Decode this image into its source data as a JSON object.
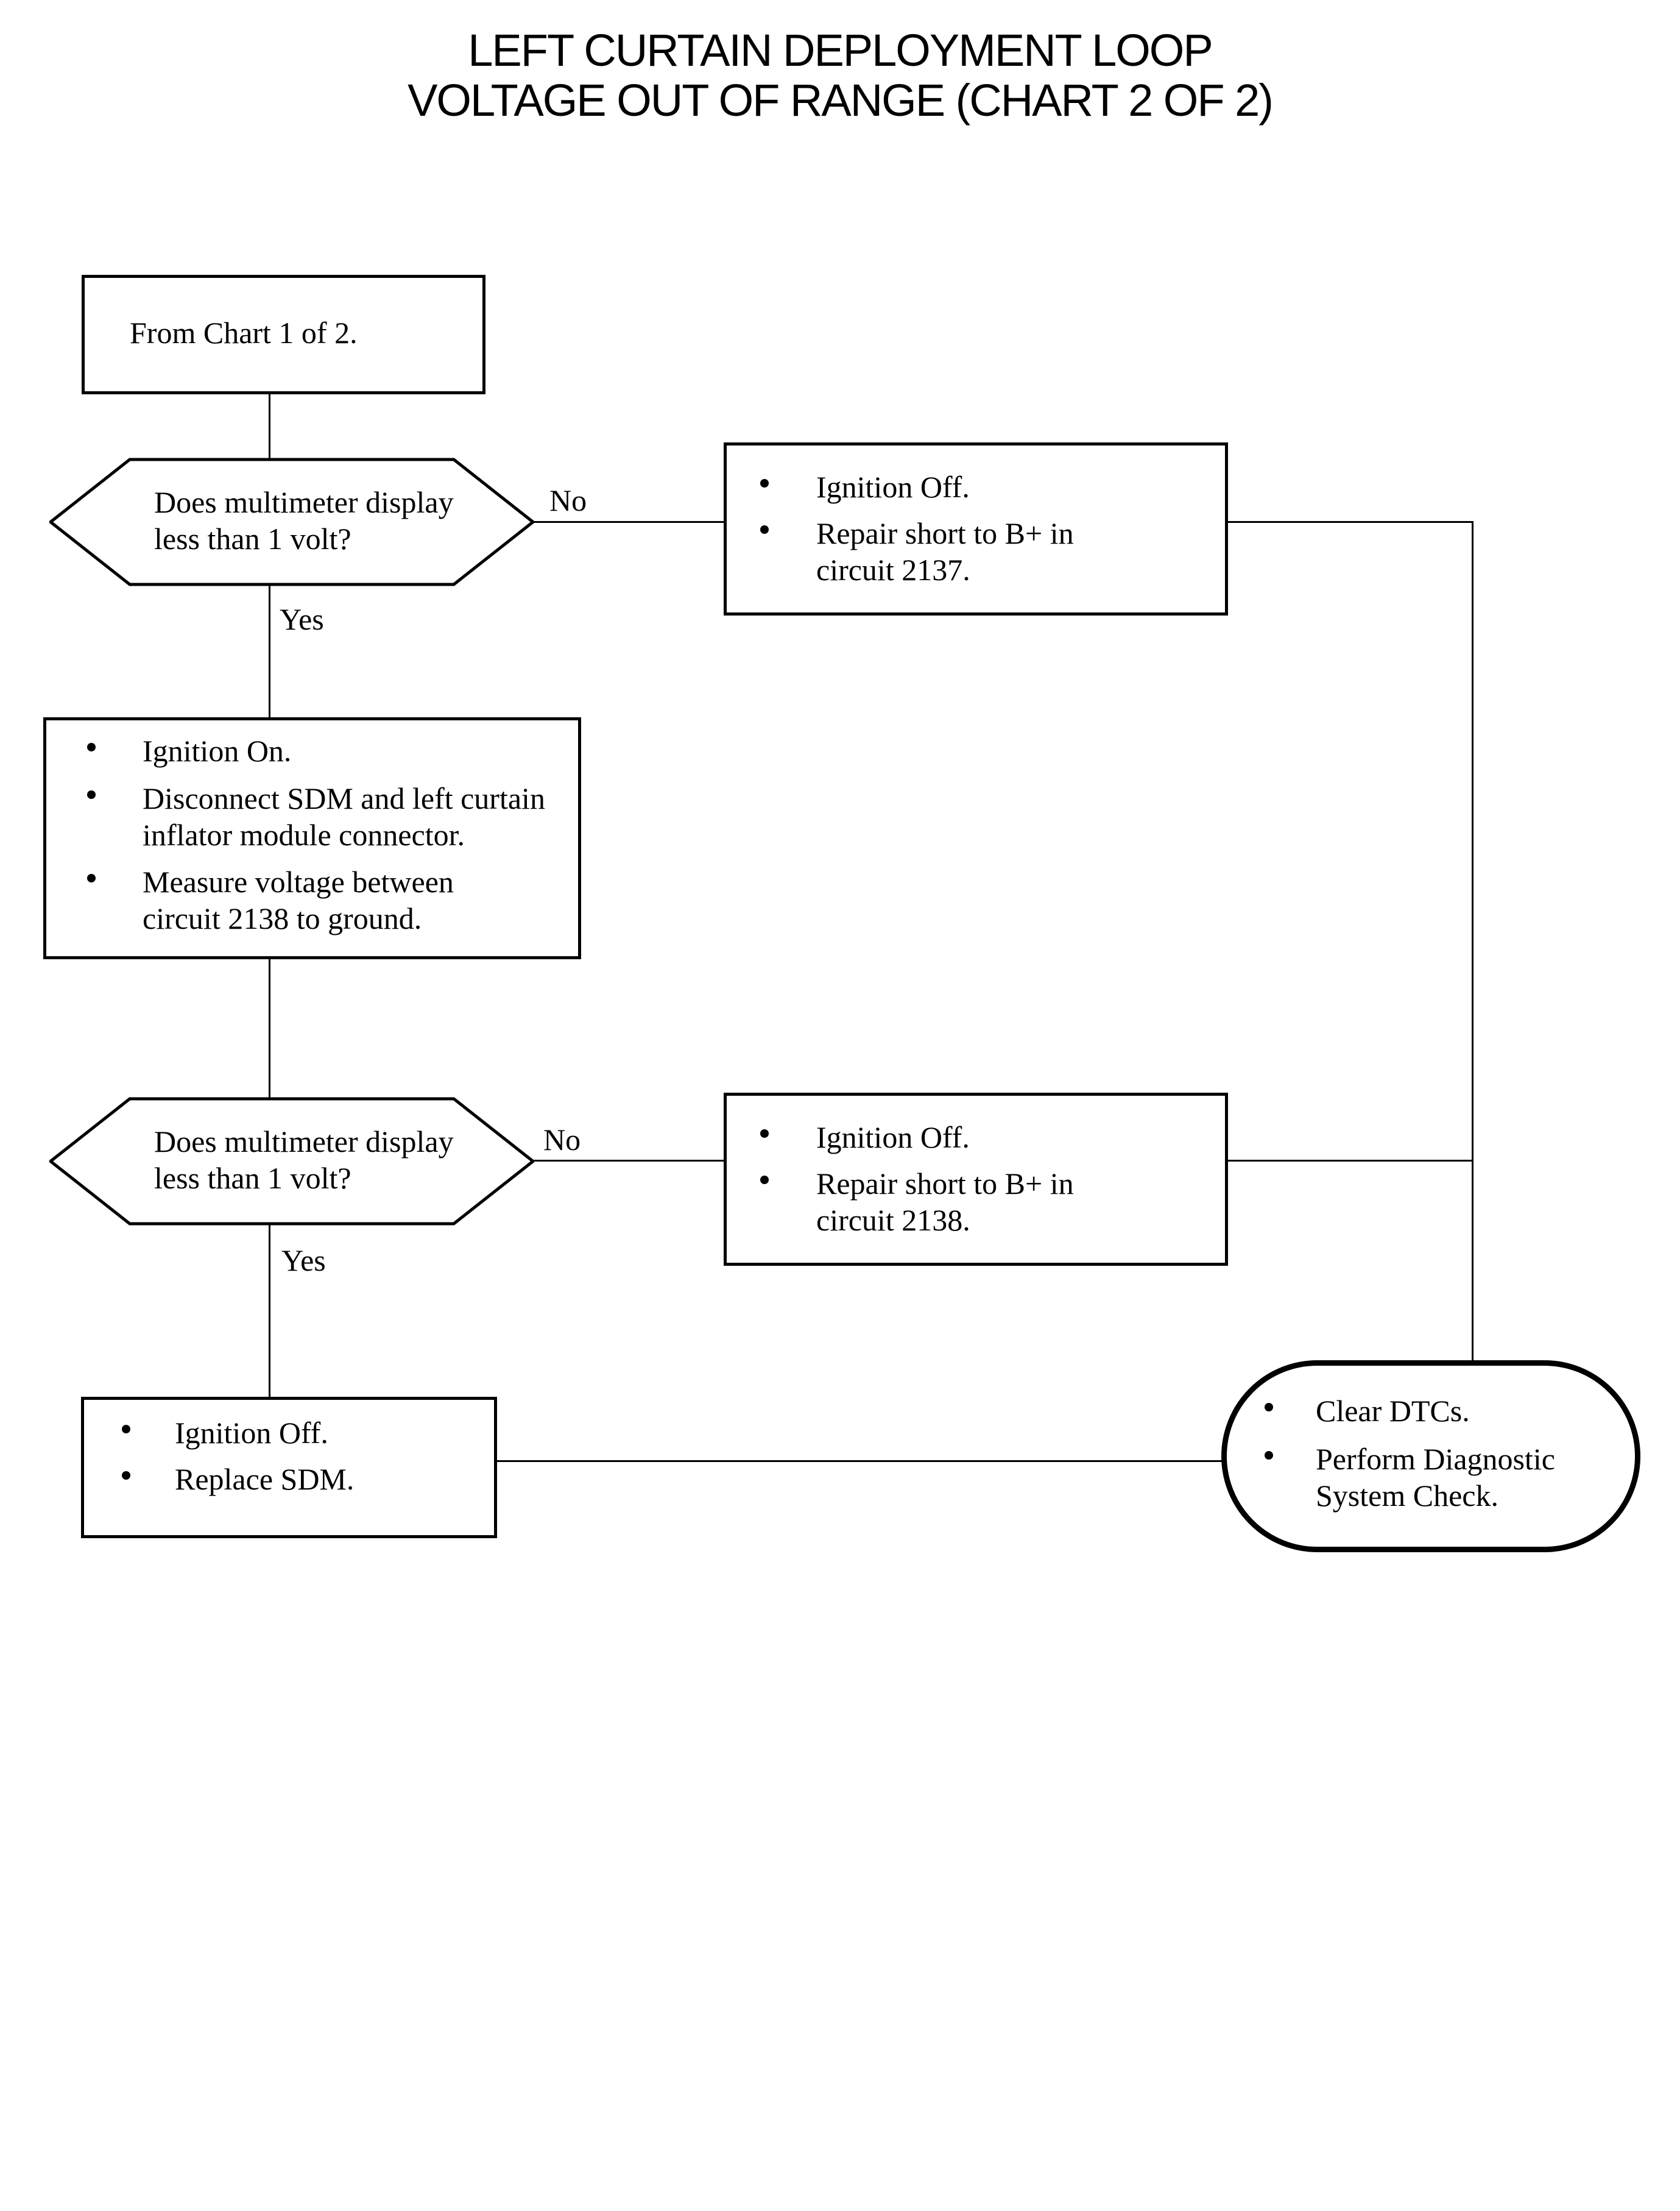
{
  "title": {
    "line1": "LEFT CURTAIN DEPLOYMENT LOOP",
    "line2": "VOLTAGE OUT OF RANGE (CHART 2 OF 2)"
  },
  "nodes": {
    "start": {
      "text": "From Chart 1 of 2."
    },
    "decision1": {
      "line1": "Does multimeter display",
      "line2": "less than 1 volt?"
    },
    "repair2137": {
      "bullets": [
        [
          "Ignition Off."
        ],
        [
          "Repair short to B+ in",
          "circuit 2137."
        ]
      ]
    },
    "measure": {
      "bullets": [
        [
          "Ignition On."
        ],
        [
          "Disconnect SDM and left curtain",
          "inflator module connector."
        ],
        [
          "Measure voltage between",
          "circuit 2138 to ground."
        ]
      ]
    },
    "decision2": {
      "line1": "Does multimeter display",
      "line2": "less than 1 volt?"
    },
    "repair2138": {
      "bullets": [
        [
          "Ignition Off."
        ],
        [
          "Repair short to B+ in",
          "circuit 2138."
        ]
      ]
    },
    "replaceSdm": {
      "bullets": [
        [
          "Ignition Off."
        ],
        [
          "Replace SDM."
        ]
      ]
    },
    "terminal": {
      "bullets": [
        [
          "Clear DTCs."
        ],
        [
          "Perform Diagnostic",
          "System Check."
        ]
      ]
    }
  },
  "labels": {
    "no1": "No",
    "yes1": "Yes",
    "no2": "No",
    "yes2": "Yes"
  },
  "colors": {
    "line": "#000000",
    "background": "#ffffff"
  }
}
